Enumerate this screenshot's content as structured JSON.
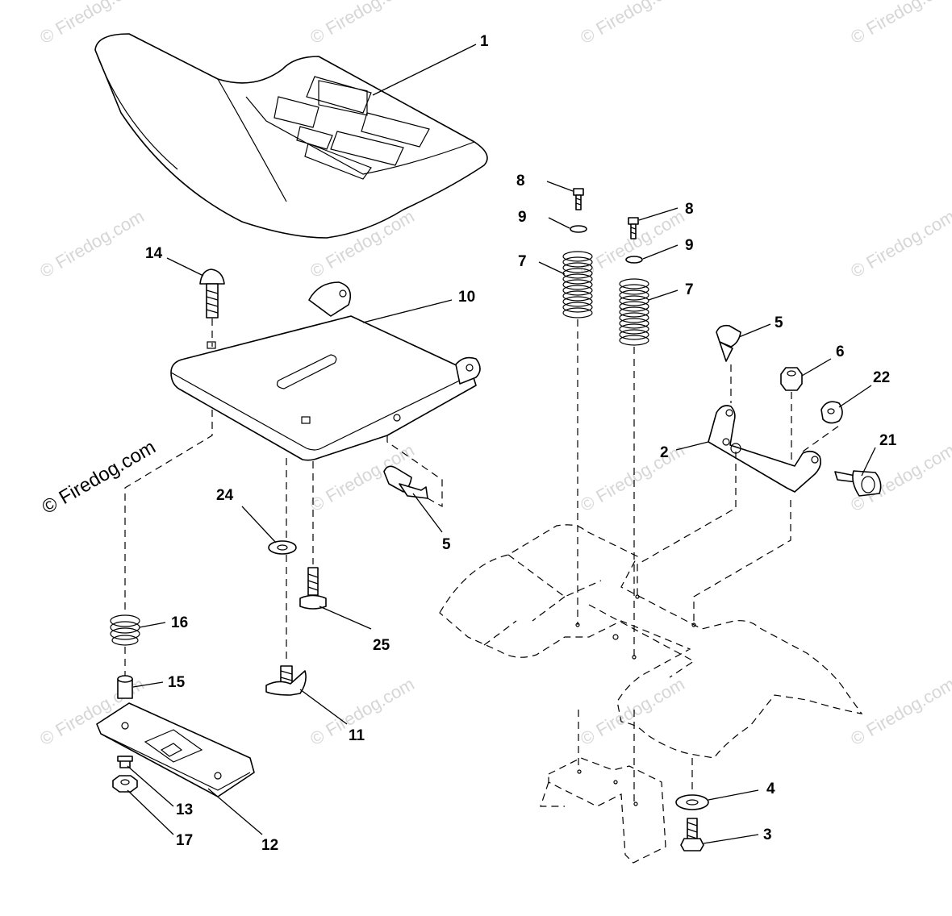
{
  "watermark": {
    "main": "© Firedog.com",
    "faint": "© Firedog.com"
  },
  "callouts": {
    "c1": "1",
    "c2": "2",
    "c3": "3",
    "c4": "4",
    "c5a": "5",
    "c5b": "5",
    "c6": "6",
    "c7a": "7",
    "c7b": "7",
    "c8a": "8",
    "c8b": "8",
    "c9a": "9",
    "c9b": "9",
    "c10": "10",
    "c11": "11",
    "c12": "12",
    "c13": "13",
    "c14": "14",
    "c15": "15",
    "c16": "16",
    "c17": "17",
    "c21": "21",
    "c22": "22",
    "c24": "24",
    "c25": "25"
  }
}
